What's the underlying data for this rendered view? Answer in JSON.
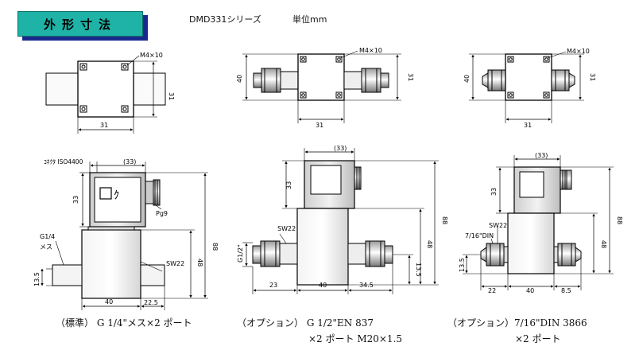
{
  "header": {
    "section_title": "外形寸法",
    "series": "DMD331シリーズ",
    "unit": "単位mm"
  },
  "top_views": {
    "left": {
      "screw": "M4×10",
      "width": "31",
      "height": "31"
    },
    "middle": {
      "screw": "M4×10",
      "height_left": "40",
      "height_right": "31",
      "width": "31"
    },
    "right": {
      "screw": "M4×10",
      "height_left": "40",
      "height_right": "31",
      "width": "31"
    }
  },
  "side_views": {
    "standard": {
      "connector_label": "ｺﾈｸﾀ ISO4400",
      "connector_width": "(33)",
      "connector_height": "33",
      "gland": "Pg9",
      "port": "G1/4",
      "port_type": "メス",
      "wrench": "SW22",
      "total_height": "88",
      "body_height": "48",
      "port_height": "13.5",
      "body_width": "40",
      "offset": "22.5"
    },
    "option_g12": {
      "connector_width": "(33)",
      "connector_height": "33",
      "port": "G1/2\"",
      "wrench": "SW22",
      "total_height": "88",
      "body_height": "48",
      "port_height": "13.5",
      "left_len": "23",
      "body_width": "40",
      "right_len": "34.5"
    },
    "option_din": {
      "connector_width": "(33)",
      "connector_height": "33",
      "wrench": "SW22",
      "port": "7/16\"DIN",
      "total_height": "88",
      "body_height": "48",
      "port_height": "13.5",
      "left_len": "22",
      "body_width": "40",
      "right_len": "8.5"
    }
  },
  "captions": {
    "standard": "（標準）  G 1/4\"メス×2 ポート",
    "option_g12_line1": "（オプション）  G 1/2\"EN 837",
    "option_g12_line2": "×2 ポート   M20×1.5",
    "option_din_line1": "（オプション）7/16\"DIN   3866",
    "option_din_line2": "×2 ポート"
  }
}
